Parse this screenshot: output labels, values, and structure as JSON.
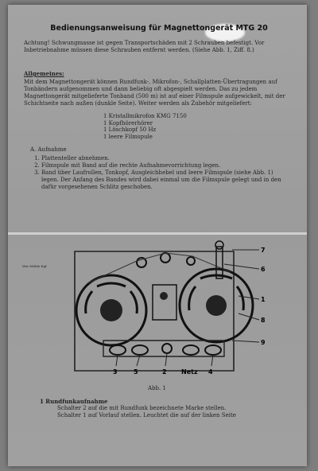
{
  "title": "Bedienungsanweisung für Magnettongerät MTG 20",
  "achtung": "Achtung! Schwungmasse ist gegen Transportschäden mit 2 Schrauben befestigt. Vor Inbetriebnahme müssen diese Schrauben entfernt werden. (Siehe Abb. 1, Ziff. 8.)",
  "allgemeines_heading": "Allgemeines:",
  "allgemeines_text": "Mit dem Magnettongerät können Rundfunk-, Mikrofon-, Schallplatten-Übertragungen auf Tonbändern aufgenommen und dann beliebig oft abgespielt werden. Das zu jedem Magnettongerät mitgelieferte Tonband (500 m) ist auf einer Filmspule aufgewickelt, mit der Schichtseite nach außen (dunkle Seite). Weiter werden als Zubehör mitgeliefert:",
  "accessories": [
    "1 Kristallmikrofon KMG 7150",
    "1 Kopfhörerhörer",
    "1 Löschkopf 50 Hz",
    "1 leere Filmspule"
  ],
  "section_a": "A. Aufnahme",
  "steps": [
    "Plattenteller abnehmen.",
    "Filmspule mit Band auf die rechte Aufnahmevorrichtung legen.",
    "Band über Laufrollen, Tonkopf, Ausgleichhebel und leere Filmspule (siehe Abb. 1) legen. Der Anfang des Bandes wird dabei einmal um die Filmspule gelegt und in den dafür vorgesehenen Schlitz geschoben."
  ],
  "diagram": {
    "stamp": "Wer-Mühle Kgf",
    "labels_right": [
      "7",
      "6",
      "1",
      "8",
      "9"
    ],
    "labels_bottom": [
      "3",
      "5",
      "2",
      "Netz",
      "4"
    ]
  },
  "caption": "Abb. 1",
  "section_1": "1 Rundfunkaufnahme",
  "section_1_lines": [
    "Schalter 2 auf die mit Rundfunk bezeichnete Marke stellen.",
    "Schalter 1 auf Vorlauf stellen. Leuchtet die auf der linken Seite"
  ],
  "colors": {
    "paper": "#9e9e9e",
    "ink": "#222222"
  }
}
